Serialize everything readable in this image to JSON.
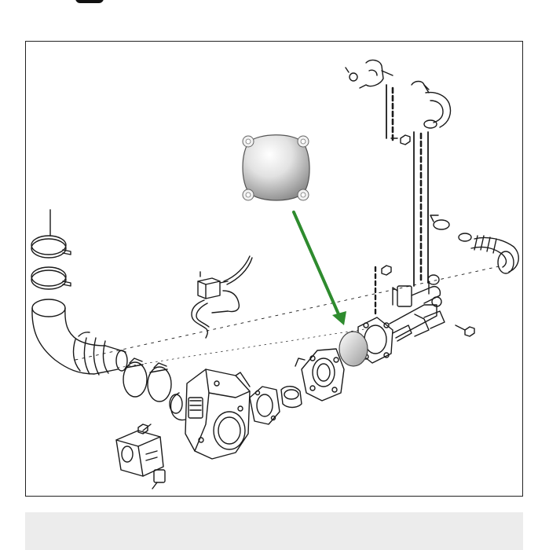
{
  "diagram": {
    "description_hidden": "",
    "colors": {
      "line": "#1a1a1a",
      "arrow": "#2e8b2e",
      "plate_light": "#f4f4f4",
      "plate_dark": "#8a8a8a",
      "frame": "#222222",
      "strip": "#ececec"
    },
    "parts": [
      "clamp-1",
      "clamp-2",
      "intake-hose",
      "hose-clamp-3",
      "hose-clamp-4",
      "throttle-body",
      "actuator",
      "sensor-connector",
      "wire-harness",
      "gasket-1",
      "egr-valve",
      "gasket-2",
      "blanking-plate",
      "gasket-3",
      "coolant-pipe",
      "upper-hose",
      "lower-hose",
      "bolts"
    ],
    "highlight": "blanking-plate",
    "arrow_icon": "arrow-down-right-icon"
  }
}
